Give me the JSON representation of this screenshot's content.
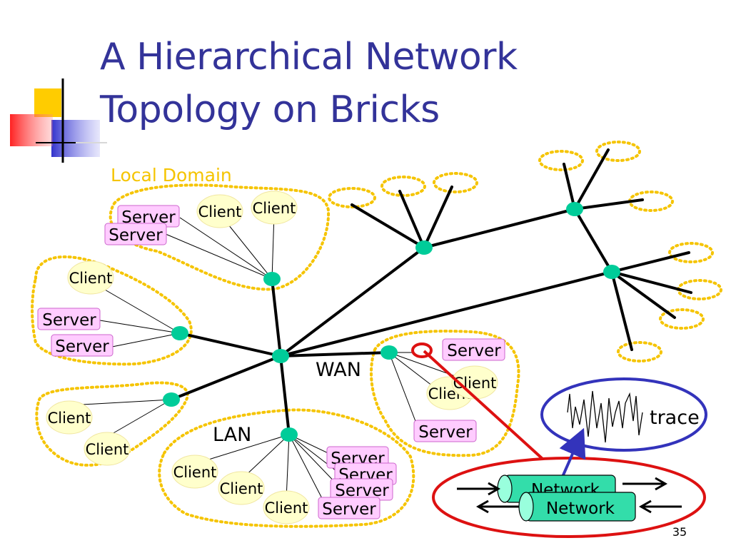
{
  "slide": {
    "title_line1": "A Hierarchical Network",
    "title_line2": "Topology on Bricks",
    "page_number": "35"
  },
  "labels": {
    "local_domain": "Local Domain",
    "wan": "WAN",
    "lan": "LAN",
    "trace": "trace",
    "network": "Network"
  },
  "nodes": {
    "client": "Client",
    "server": "Server"
  },
  "colors": {
    "title": "#333399",
    "local_domain": "#f5c400",
    "domain_outline": "#f5c400",
    "node": "#00cc99",
    "server_fill": "#ffccff",
    "server_stroke": "#cc66cc",
    "client_fill": "#ffffcc",
    "red": "#dd1111",
    "blue": "#3333bb",
    "network_fill": "#33ddaa"
  }
}
